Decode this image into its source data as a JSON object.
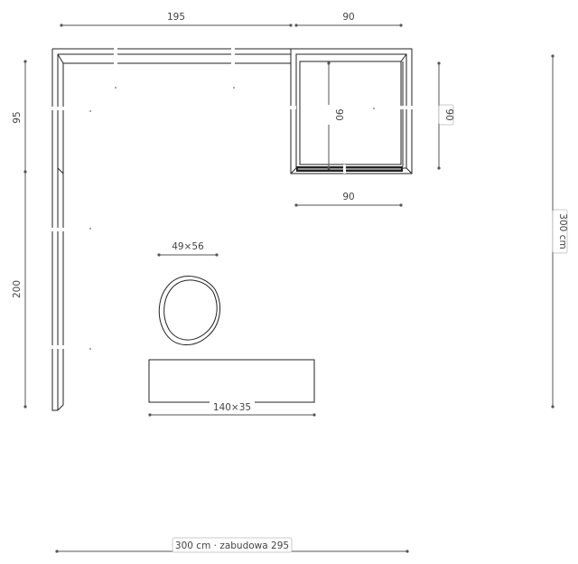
{
  "dimensions": {
    "top_left_width": "195",
    "top_right_width": "90",
    "box_inner_width": "90",
    "box_inner_height": "90",
    "box_outer_height": "90",
    "left_upper": "95",
    "left_lower": "200",
    "total_height": "300 cm",
    "total_width": "300 cm · zabudowa 295",
    "pouf_size": "49×56",
    "bench_size": "140×35"
  },
  "colors": {
    "line": "#222222",
    "dimension": "#555555",
    "text": "#444444"
  }
}
